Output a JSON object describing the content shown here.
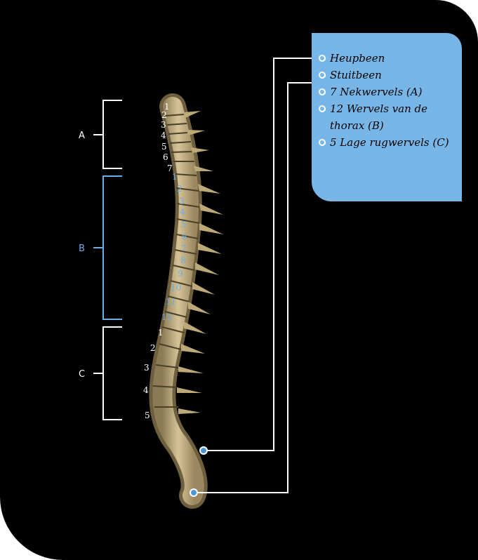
{
  "legend": {
    "items": [
      {
        "label": "Heupbeen"
      },
      {
        "label": "Stuitbeen"
      },
      {
        "label": "7 Nekwervels (A)"
      },
      {
        "label": "12 Wervels van de thorax (B)"
      },
      {
        "label": "5 Lage rugwervels (C)"
      }
    ]
  },
  "groups": {
    "A": {
      "label": "A",
      "numbers": [
        "1",
        "2",
        "3",
        "4",
        "5",
        "6",
        "7"
      ]
    },
    "B": {
      "label": "B",
      "numbers": [
        "1",
        "2",
        "3",
        "4",
        "5",
        "6",
        "7",
        "8",
        "9",
        "10",
        "11",
        "12"
      ]
    },
    "C": {
      "label": "C",
      "numbers": [
        "1",
        "2",
        "3",
        "4",
        "5"
      ]
    }
  },
  "colors": {
    "background": "#000000",
    "legend_box": "#77b6e7",
    "thoracic_accent": "#6aaee6",
    "bone": "#cbb88c",
    "leader_line": "#ffffff"
  }
}
